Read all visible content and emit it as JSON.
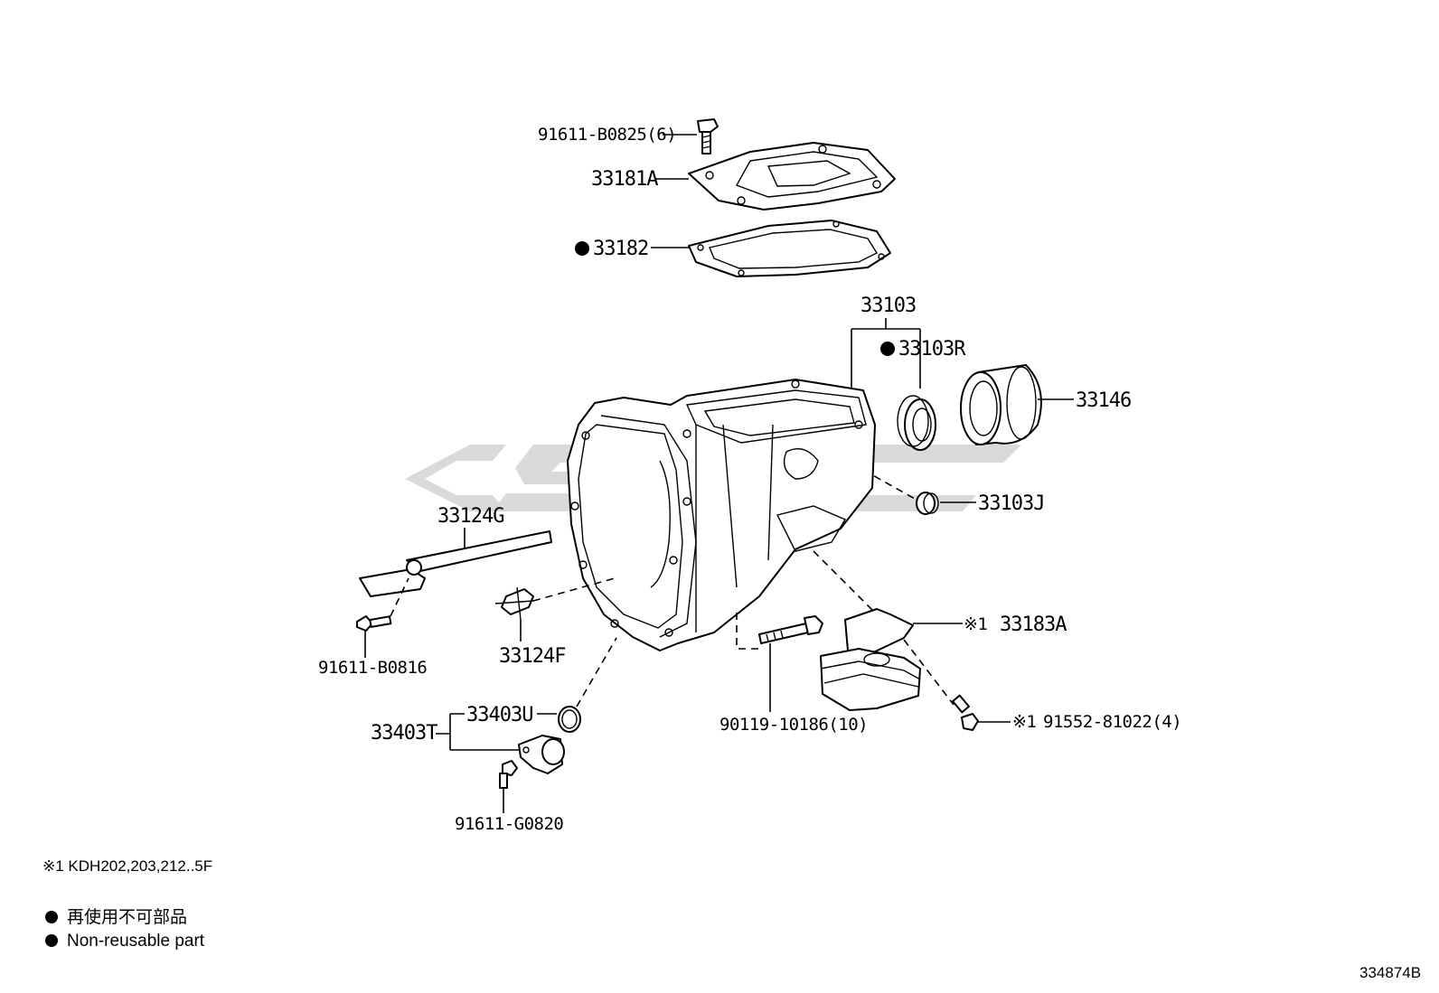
{
  "labels": {
    "bolt_cover": "91611-B0825(6)",
    "cover": "33181A",
    "gasket": "33182",
    "case_assy": "33103",
    "oil_seal": "33103R",
    "bearing_retainer": "33146",
    "plug": "33103J",
    "shift_guide": "33124G",
    "bolt_guide": "91611-B0816",
    "pin": "33124F",
    "sensor_assy": "33403T",
    "o_ring": "33403U",
    "bolt_sensor": "91611-G0820",
    "stud_bolt": "90119-10186(10)",
    "mount": "33183A",
    "bolt_mount": "91552-81022(4)"
  },
  "marks": {
    "note_mark": "※1",
    "nonreusable_dot": "●"
  },
  "notes": {
    "note1": "※1  KDH202,203,212..5F"
  },
  "legend": {
    "jp": "再使用不可部品",
    "en": "Non-reusable part"
  },
  "drawing_number": "334874B"
}
